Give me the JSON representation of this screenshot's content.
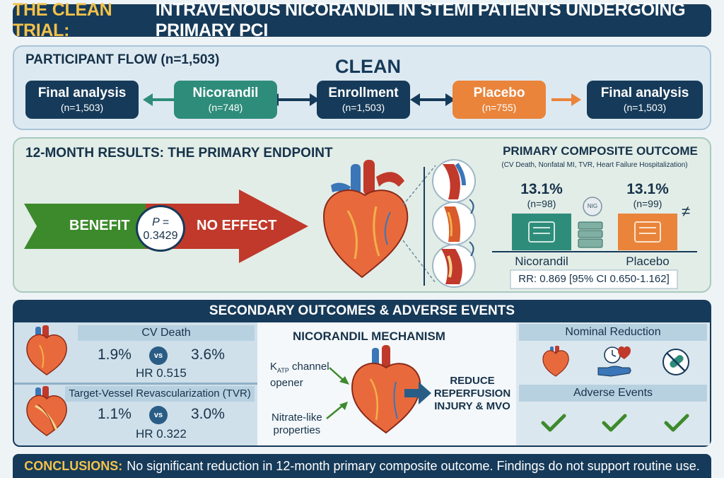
{
  "title": {
    "accent": "THE CLEAN TRIAL:",
    "rest": "INTRAVENOUS NICORANDIL IN STEMI PATIENTS UNDERGOING PRIMARY PCI"
  },
  "participant_flow": {
    "heading": "PARTICIPANT FLOW (n=1,503)",
    "trial_name": "CLEAN",
    "boxes": [
      {
        "label": "Final analysis",
        "count": "(n=1,503)"
      },
      {
        "label": "Nicorandil",
        "count": "(n=748)"
      },
      {
        "label": "Enrollment",
        "count": "(n=1,503)"
      },
      {
        "label": "Placebo",
        "count": "(n=755)"
      },
      {
        "label": "Final analysis",
        "count": "(n=1,503)"
      }
    ]
  },
  "results": {
    "heading": "12-MONTH RESULTS: THE PRIMARY ENDPOINT",
    "benefit_label": "BENEFIT",
    "no_effect_label": "NO EFFECT",
    "p_label": "P =",
    "p_value": "0.3429",
    "composite": {
      "heading": "PRIMARY COMPOSITE OUTCOME",
      "subheading": "(CV Death, Nonfatal MI, TVR, Heart Failure Hospitalization)",
      "nicorandil_pct": "13.1%",
      "nicorandil_n": "(n=98)",
      "placebo_pct": "13.1%",
      "placebo_n": "(n=99)",
      "nicorandil_label": "Nicorandil",
      "placebo_label": "Placebo",
      "ns_badge": "NIG",
      "neq_symbol": "≠",
      "rr": "RR: 0.869 [95% CI 0.650-1.162]"
    }
  },
  "secondary": {
    "heading": "SECONDARY OUTCOMES & ADVERSE EVENTS",
    "cv_death": {
      "label": "CV Death",
      "nic": "1.9%",
      "vs": "vs",
      "pla": "3.6%",
      "hr": "HR 0.515"
    },
    "tvr": {
      "label": "Target-Vessel Revascularization (TVR)",
      "nic": "1.1%",
      "vs": "vs",
      "pla": "3.0%",
      "hr": "HR 0.322"
    },
    "mechanism": {
      "heading": "NICORANDIL MECHANISM",
      "katp_k": "K",
      "katp_sub": "ATP",
      "katp_rest": "channel",
      "katp_line2": "opener",
      "nitrate_line1": "Nitrate-like",
      "nitrate_line2": "properties",
      "effect_line1": "REDUCE",
      "effect_line2": "REPERFUSION",
      "effect_line3": "INJURY & MVO"
    },
    "nominal_reduction": "Nominal Reduction",
    "adverse_events": "Adverse Events"
  },
  "conclusions": {
    "label": "CONCLUSIONS:",
    "text": "No significant reduction in 12-month primary composite outcome. Findings do not support routine use."
  },
  "colors": {
    "navy": "#163a59",
    "teal": "#2e8c7a",
    "orange": "#e9843a",
    "green": "#3d8a2c",
    "red": "#c0392b",
    "gold": "#f2c24a"
  },
  "icons": [
    "heart-icon",
    "arrow-icon",
    "vessel-icon",
    "stack-icon",
    "clock-heart-icon",
    "hand-heart-icon",
    "no-pill-icon",
    "check-icon"
  ]
}
